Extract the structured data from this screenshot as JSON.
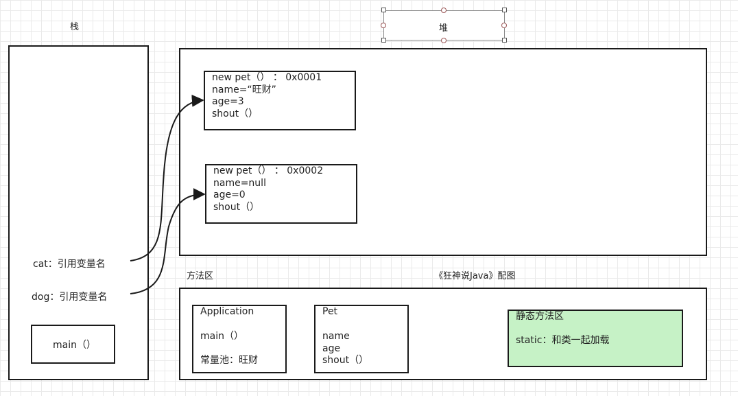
{
  "stack": {
    "title": "栈",
    "cat": "cat：引用变量名",
    "dog": "dog：引用变量名",
    "main": "main（）"
  },
  "heap": {
    "title": "堆",
    "obj1": [
      "new pet（）   ：  0x0001",
      "name=“旺财”",
      "age=3",
      "shout（）"
    ],
    "obj2": [
      "new pet（）   ：  0x0002",
      "name=null",
      "age=0",
      "shout（）"
    ]
  },
  "method_area": {
    "title": "方法区",
    "caption": "《狂神说Java》配图",
    "application": [
      "Application",
      "",
      "main（）",
      "",
      "常量池：旺财"
    ],
    "pet": [
      "Pet",
      "",
      "name",
      "age",
      "shout（）"
    ],
    "static_area": {
      "lines": [
        "静态方法区",
        "",
        "static：和类一起加载"
      ],
      "fill": "#c6f2c6"
    }
  }
}
